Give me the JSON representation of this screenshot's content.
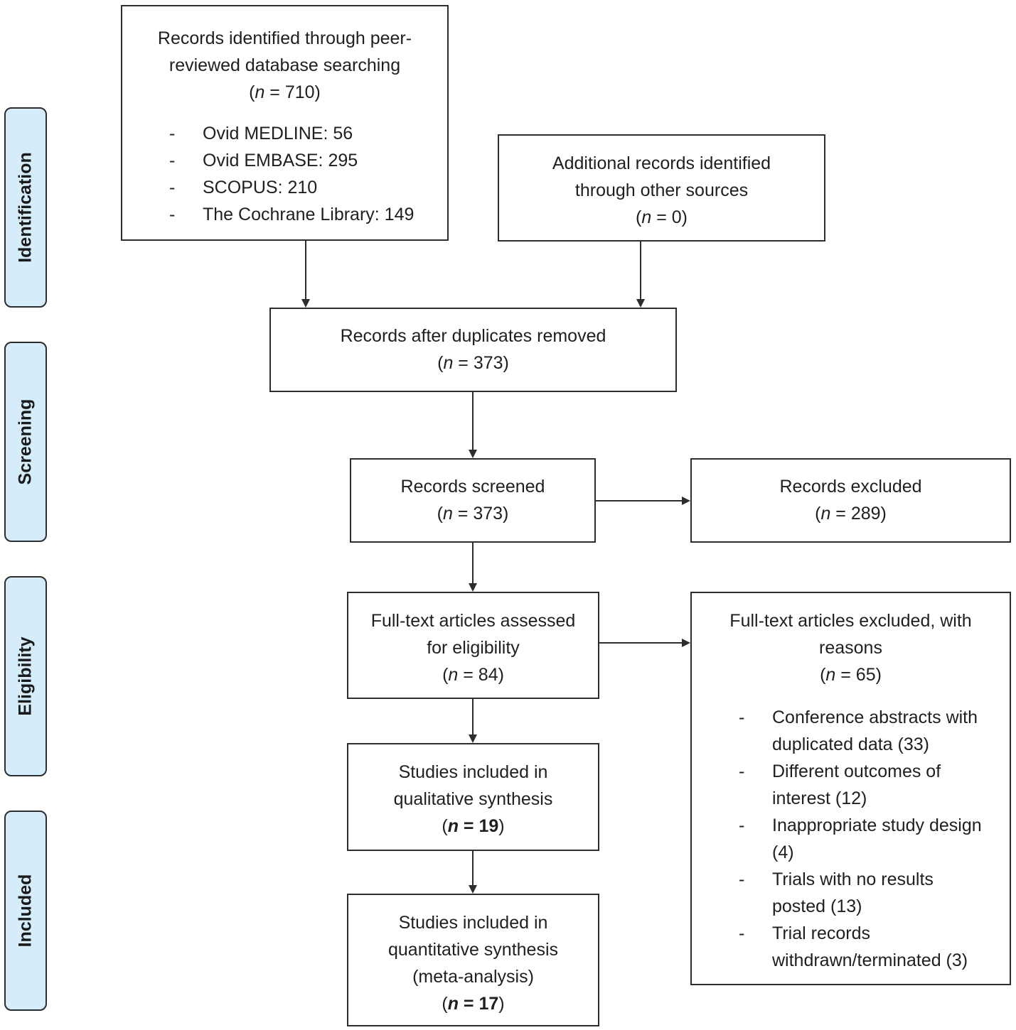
{
  "stages": [
    {
      "id": "identification",
      "label": "Identification"
    },
    {
      "id": "screening",
      "label": "Screening"
    },
    {
      "id": "eligibility",
      "label": "Eligibility"
    },
    {
      "id": "included",
      "label": "Included"
    }
  ],
  "boxes": {
    "database_search": {
      "lines": [
        "Records identified through peer-",
        "reviewed database searching"
      ],
      "n_prefix": "(",
      "n_var": "n",
      "n_value": " = 710)",
      "items": [
        "Ovid MEDLINE: 56",
        "Ovid EMBASE: 295",
        "SCOPUS: 210",
        "The Cochrane Library: 149"
      ]
    },
    "other_sources": {
      "lines": [
        "Additional records identified",
        "through other sources"
      ],
      "n_prefix": "(",
      "n_var": "n",
      "n_value": " = 0)"
    },
    "after_duplicates": {
      "lines": [
        "Records after duplicates removed"
      ],
      "n_prefix": "(",
      "n_var": "n",
      "n_value": " = 373)"
    },
    "screened": {
      "lines": [
        "Records screened"
      ],
      "n_prefix": "(",
      "n_var": "n",
      "n_value": " = 373)"
    },
    "excluded": {
      "lines": [
        "Records excluded"
      ],
      "n_prefix": "(",
      "n_var": "n",
      "n_value": " = 289)"
    },
    "fulltext_assessed": {
      "lines": [
        "Full-text articles assessed",
        "for eligibility"
      ],
      "n_prefix": "(",
      "n_var": "n",
      "n_value": " = 84)"
    },
    "fulltext_excluded": {
      "lines": [
        "Full-text articles excluded, with",
        "reasons"
      ],
      "n_prefix": "(",
      "n_var": "n",
      "n_value": " = 65)",
      "items": [
        [
          "Conference abstracts with",
          "duplicated data (33)"
        ],
        [
          "Different outcomes of",
          "interest (12)"
        ],
        [
          "Inappropriate study design",
          "(4)"
        ],
        [
          "Trials with no results",
          "posted (13)"
        ],
        [
          "Trial records",
          "withdrawn/terminated (3)"
        ]
      ]
    },
    "qualitative": {
      "lines": [
        "Studies included in",
        "qualitative synthesis"
      ],
      "n_prefix": "(",
      "n_var": "n",
      "n_value": " = 19",
      "n_suffix": ")"
    },
    "quantitative": {
      "lines": [
        "Studies included in",
        "quantitative synthesis",
        "(meta-analysis)"
      ],
      "n_prefix": "(",
      "n_var": "n",
      "n_value": " = 17",
      "n_suffix": ")"
    }
  },
  "bullet_char": "-"
}
